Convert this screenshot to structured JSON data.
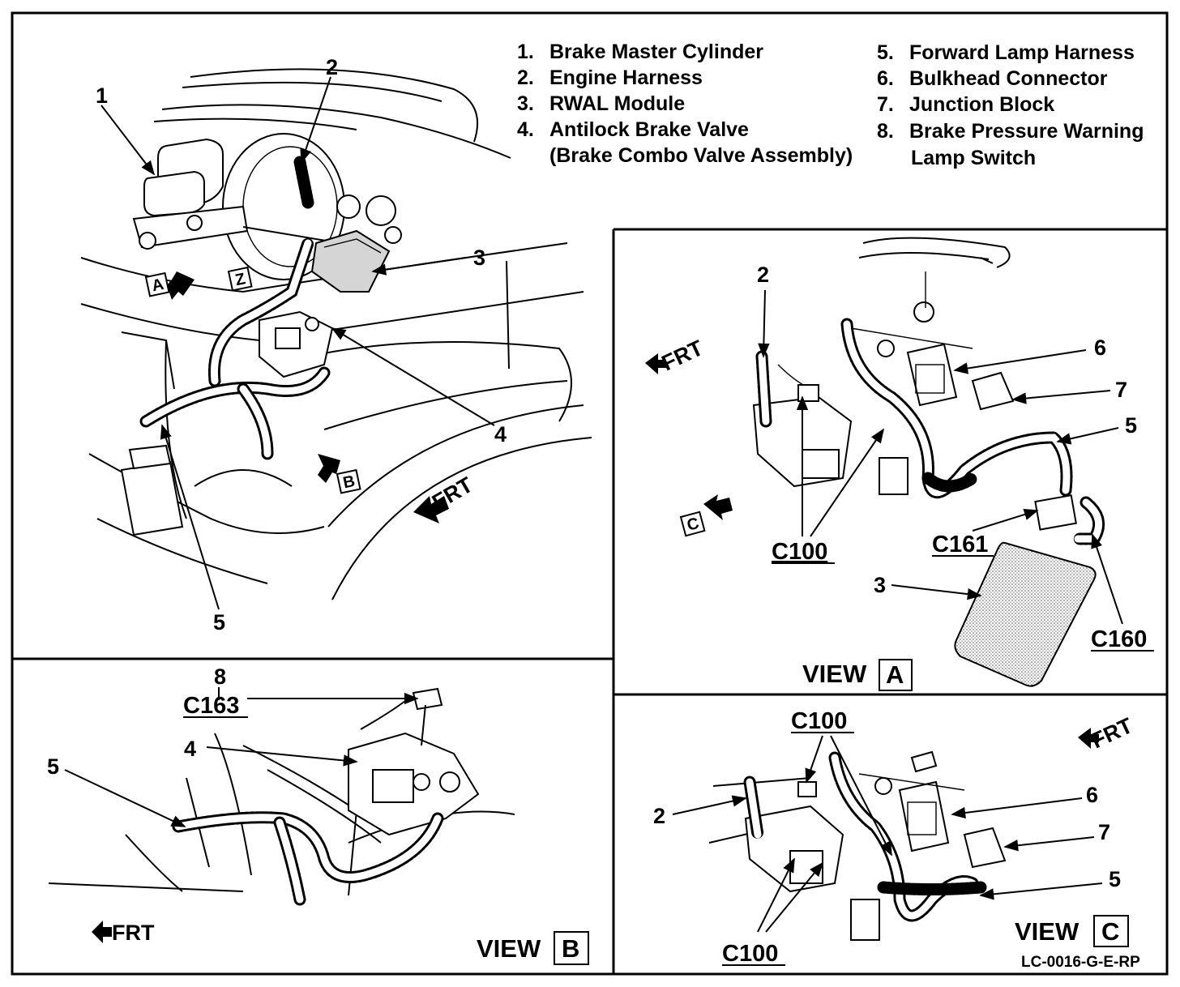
{
  "legend": {
    "items": [
      {
        "num": "1.",
        "text": "Brake Master Cylinder"
      },
      {
        "num": "2.",
        "text": "Engine Harness"
      },
      {
        "num": "3.",
        "text": "RWAL Module"
      },
      {
        "num": "4.",
        "text": "Antilock Brake Valve"
      },
      {
        "num": "",
        "text": "(Brake Combo Valve Assembly)"
      },
      {
        "num": "5.",
        "text": "Forward Lamp Harness"
      },
      {
        "num": "6.",
        "text": "Bulkhead Connector"
      },
      {
        "num": "7.",
        "text": "Junction Block"
      },
      {
        "num": "8.",
        "text": "Brake Pressure Warning"
      },
      {
        "num": "",
        "text": "Lamp Switch"
      }
    ]
  },
  "main": {
    "callouts": {
      "c1": "1",
      "c2": "2",
      "c3": "3",
      "c4": "4",
      "c5": "5"
    },
    "view_marker_a": "A",
    "view_marker_b": "B",
    "view_marker_z": "Z",
    "frt": "FRT"
  },
  "view_a": {
    "title": "VIEW",
    "letter": "A",
    "frt": "FRT",
    "view_marker_c": "C",
    "callouts": {
      "c2": "2",
      "c3": "3",
      "c5": "5",
      "c6": "6",
      "c7": "7"
    },
    "connectors": {
      "c100": "C100",
      "c161": "C161",
      "c160": "C160"
    }
  },
  "view_b": {
    "title": "VIEW",
    "letter": "B",
    "frt": "FRT",
    "callouts": {
      "c4": "4",
      "c5": "5",
      "c8": "8"
    },
    "connectors": {
      "c163": "C163"
    }
  },
  "view_c": {
    "title": "VIEW",
    "letter": "C",
    "frt": "FRT",
    "callouts": {
      "c2": "2",
      "c5": "5",
      "c6": "6",
      "c7": "7"
    },
    "connectors": {
      "c100_top": "C100",
      "c100_bottom": "C100"
    }
  },
  "drawing_code": "LC-0016-G-E-RP"
}
